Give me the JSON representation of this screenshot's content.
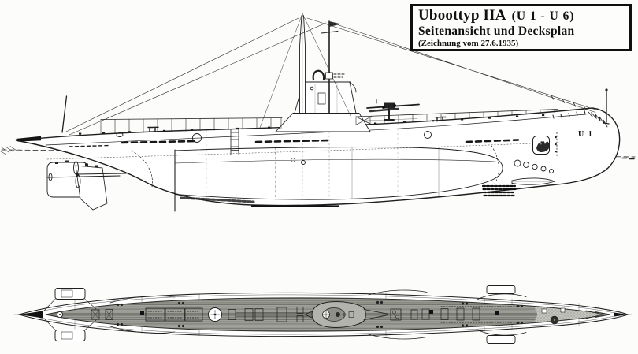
{
  "title_box": {
    "line1": "Uboottyp IIA",
    "line1_suffix": "(U 1 - U 6)",
    "line2": "Seitenansicht und Decksplan",
    "line3": "(Zeichnung vom 27.6.1935)"
  },
  "side_view": {
    "hull_marking": "U 1"
  },
  "colors": {
    "ink": "#1f1f1f",
    "paper": "#fcfcfa",
    "deck_plank_gray": "#a6a6a0",
    "tower_gray": "#b3b3ad"
  }
}
